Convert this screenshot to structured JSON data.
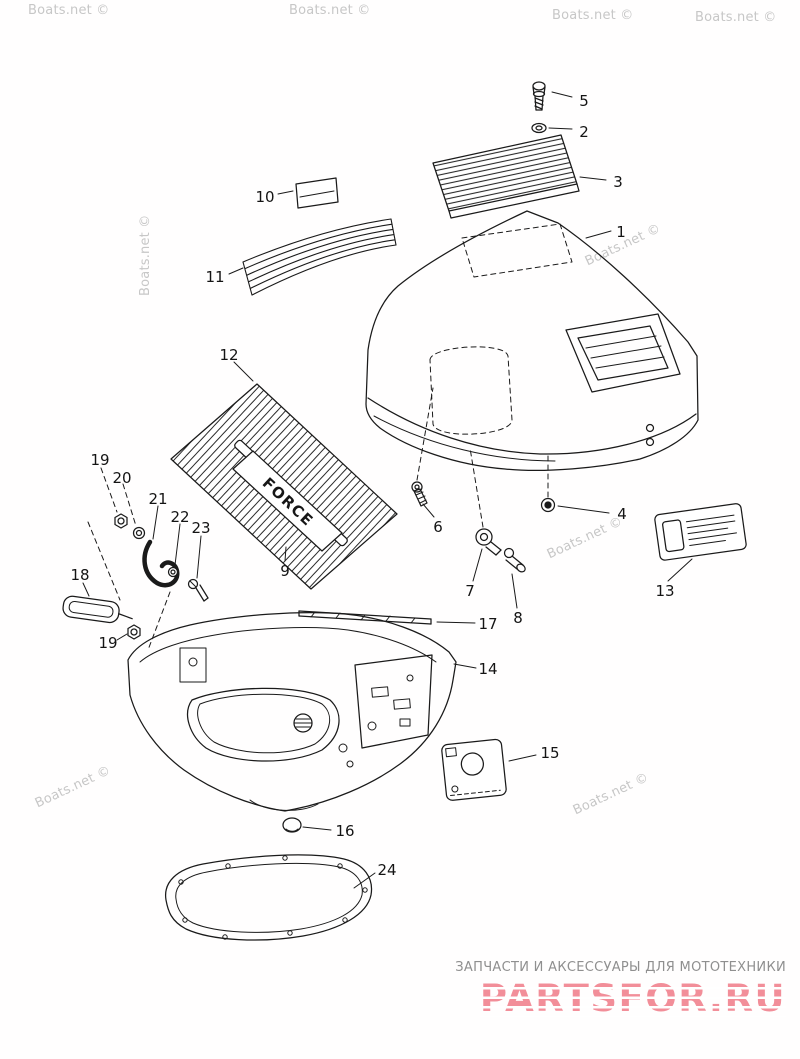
{
  "watermark": {
    "text": "Boats.net ©"
  },
  "diagram": {
    "decal_text": "FORCE",
    "callouts": [
      {
        "label": "5"
      },
      {
        "label": "2"
      },
      {
        "label": "3"
      },
      {
        "label": "1"
      },
      {
        "label": "10"
      },
      {
        "label": "11"
      },
      {
        "label": "12"
      },
      {
        "label": "19"
      },
      {
        "label": "20"
      },
      {
        "label": "21"
      },
      {
        "label": "22"
      },
      {
        "label": "23"
      },
      {
        "label": "6"
      },
      {
        "label": "4"
      },
      {
        "label": "13"
      },
      {
        "label": "7"
      },
      {
        "label": "8"
      },
      {
        "label": "18"
      },
      {
        "label": "9"
      },
      {
        "label": "17"
      },
      {
        "label": "14"
      },
      {
        "label": "19"
      },
      {
        "label": "15"
      },
      {
        "label": "16"
      },
      {
        "label": "24"
      }
    ]
  },
  "footer": {
    "tagline": "ЗАПЧАСТИ И АКСЕССУАРЫ ДЛЯ МОТОТЕХНИКИ",
    "brand": "PARTSFOR.RU",
    "brand_color": "#f28e99"
  }
}
